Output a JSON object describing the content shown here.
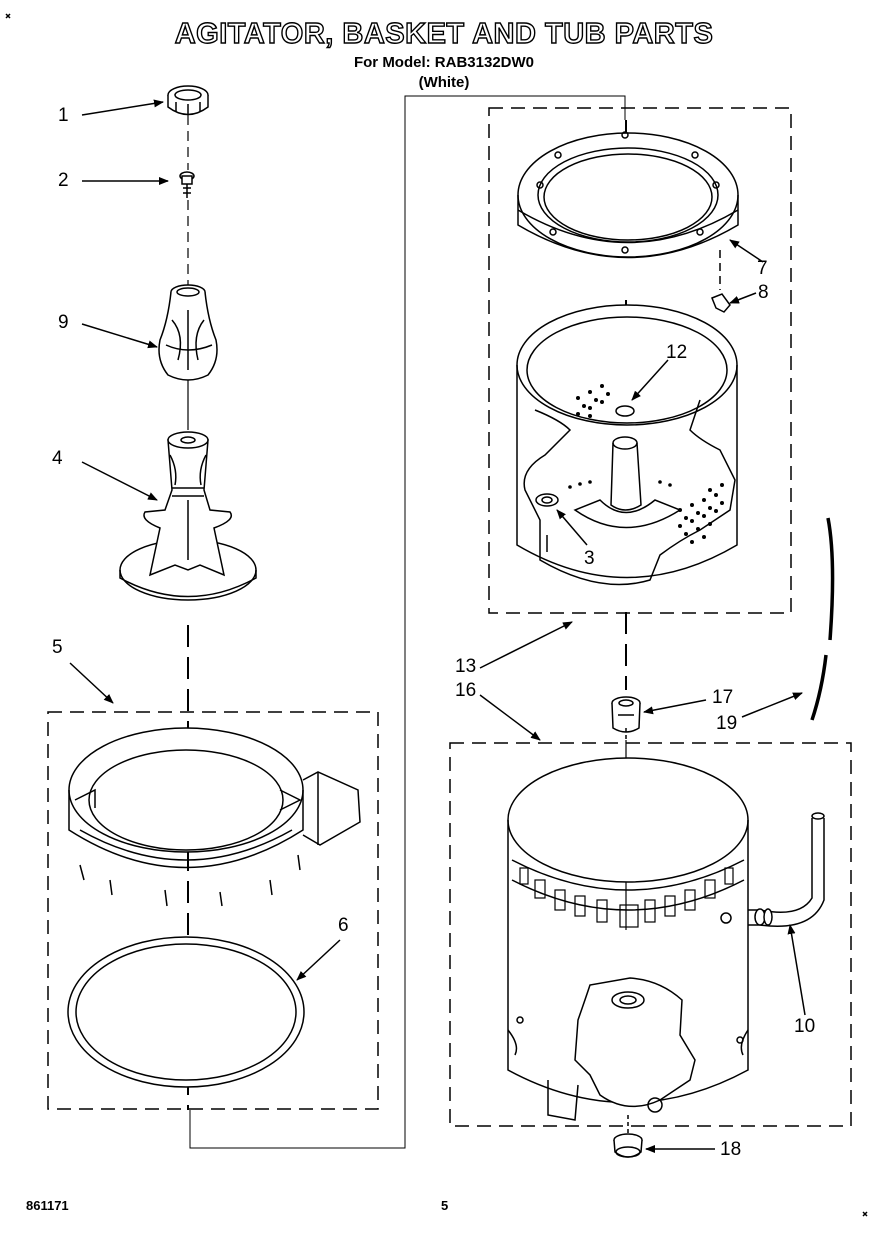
{
  "header": {
    "title": "AGITATOR, BASKET AND TUB PARTS",
    "model_line": "For Model: RAB3132DW0",
    "color_line": "(White)"
  },
  "callouts": {
    "c1": "1",
    "c2": "2",
    "c3": "3",
    "c4": "4",
    "c5": "5",
    "c6": "6",
    "c7": "7",
    "c8": "8",
    "c9": "9",
    "c10": "10",
    "c12": "12",
    "c13": "13",
    "c16": "16",
    "c17": "17",
    "c18": "18",
    "c19": "19"
  },
  "footer": {
    "doc_number": "861171",
    "page_number": "5"
  }
}
